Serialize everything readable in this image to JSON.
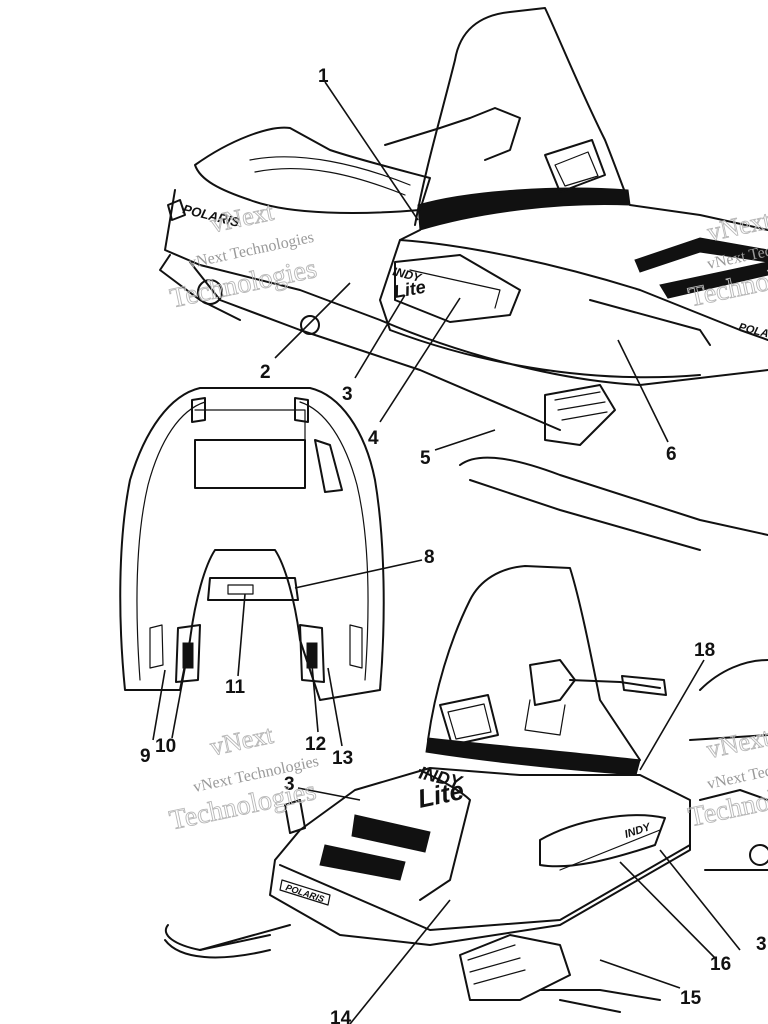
{
  "callouts": {
    "c1": "1",
    "c2": "2",
    "c3a": "3",
    "c4": "4",
    "c5": "5",
    "c6": "6",
    "c8": "8",
    "c9": "9",
    "c10": "10",
    "c11": "11",
    "c12": "12",
    "c13": "13",
    "c18": "18",
    "c3b": "3",
    "c16": "16",
    "c3c": "3",
    "c15": "15",
    "c14": "14"
  },
  "decals": {
    "polaris": "POLARIS",
    "indy": "INDY",
    "lite": "Lite"
  },
  "watermark": {
    "brand_line1": "vNext",
    "brand_line2": "Technologies",
    "small": "vNext Technologies"
  },
  "colors": {
    "ink": "#111111",
    "watermark": "#b8b8b8",
    "background": "#ffffff"
  }
}
